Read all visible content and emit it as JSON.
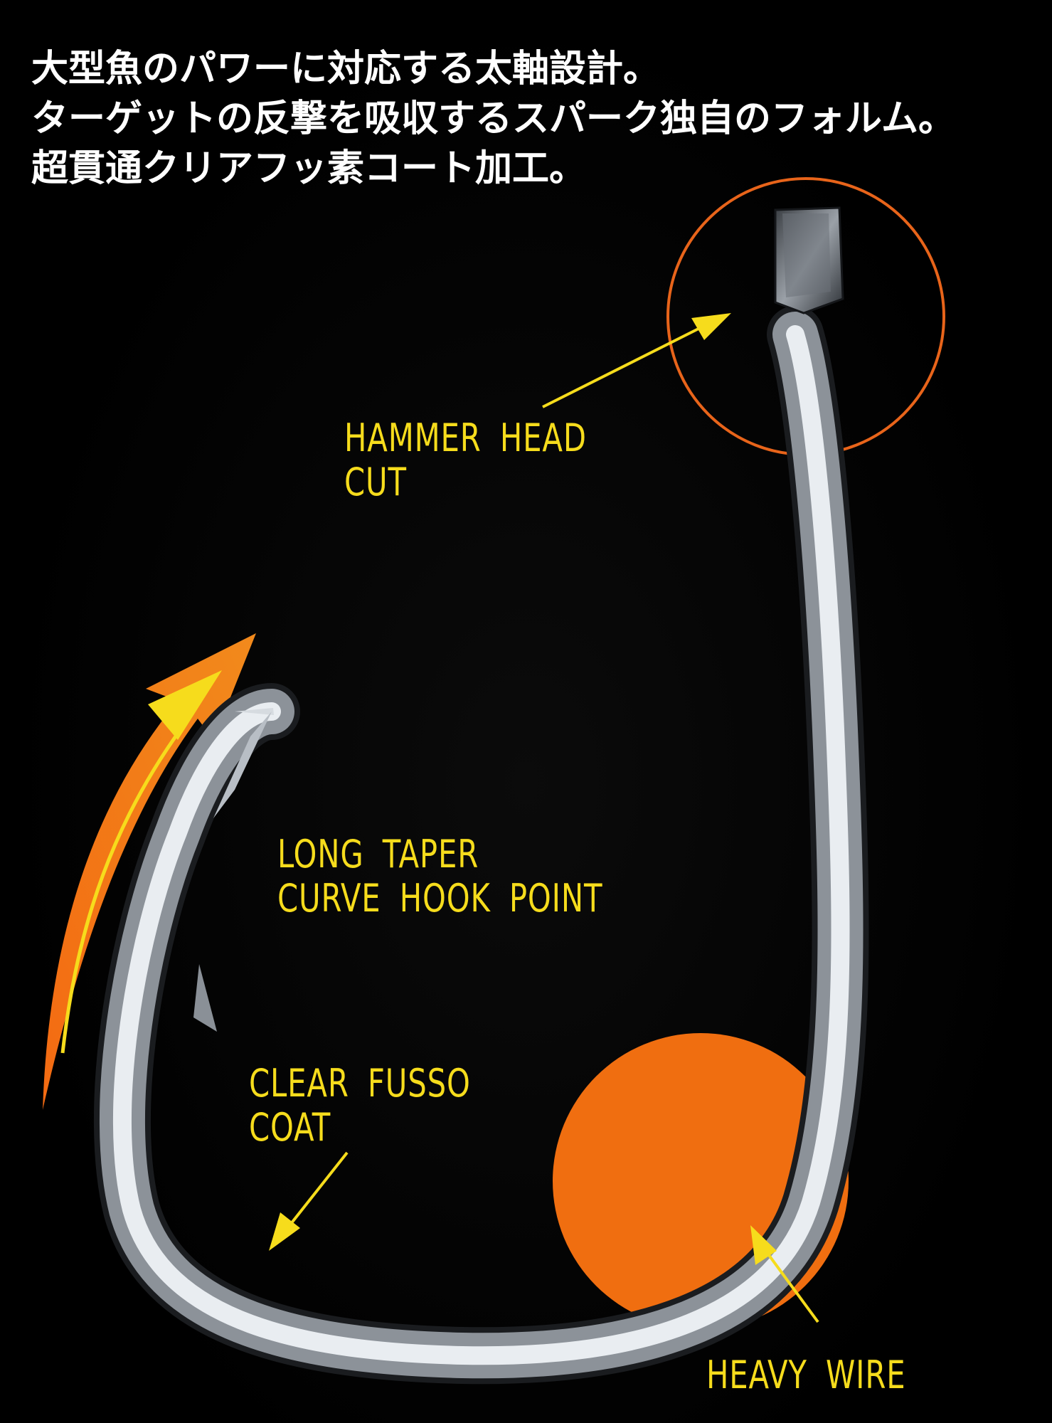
{
  "headline": {
    "lines": [
      "大型魚のパワーに対応する太軸設計。",
      "ターゲットの反撃を吸収するスパーク独自のフォルム。",
      "超貫通クリアフッ素コート加工。"
    ]
  },
  "callouts": {
    "hammer_head": {
      "line1": "HAMMER HEAD",
      "line2": "CUT"
    },
    "long_taper": {
      "line1": "LONG TAPER",
      "line2": "CURVE HOOK POINT"
    },
    "clear_fusso": {
      "line1": "CLEAR FUSSO",
      "line2": "COAT"
    },
    "heavy_wire": {
      "line1": "HEAVY WIRE"
    }
  },
  "colors": {
    "background": "#000000",
    "headline_text": "#ffffff",
    "label_text": "#f6dc1c",
    "accent_orange": "#f07818",
    "arrow_yellow": "#f6dc1c",
    "hook_steel": "#c8ccd2"
  },
  "icons": {
    "hook": "fishing-hook-illustration",
    "ring": "highlight-ring-icon",
    "disc": "highlight-disc-icon",
    "arrow": "callout-arrow-icon",
    "sweep": "curved-motion-arrow-icon"
  }
}
